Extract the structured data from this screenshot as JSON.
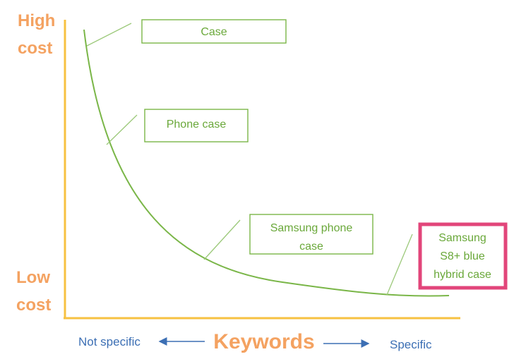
{
  "colors": {
    "axis": "#f7c141",
    "curve": "#7ab648",
    "label_text": "#6aa83a",
    "axis_text": "#f4a261",
    "specificity_text": "#3c6fb4",
    "highlight": "#e2457a"
  },
  "y_axis": {
    "top_label_line1": "High",
    "top_label_line2": "cost",
    "bottom_label_line1": "Low",
    "bottom_label_line2": "cost"
  },
  "x_axis": {
    "title": "Keywords",
    "left_label": "Not specific",
    "right_label": "Specific"
  },
  "labels": [
    {
      "lines": [
        "Case"
      ]
    },
    {
      "lines": [
        "Phone case"
      ]
    },
    {
      "lines": [
        "Samsung phone",
        "case"
      ]
    },
    {
      "lines": [
        "Samsung",
        "S8+ blue",
        "hybrid case"
      ],
      "highlighted": true
    }
  ]
}
